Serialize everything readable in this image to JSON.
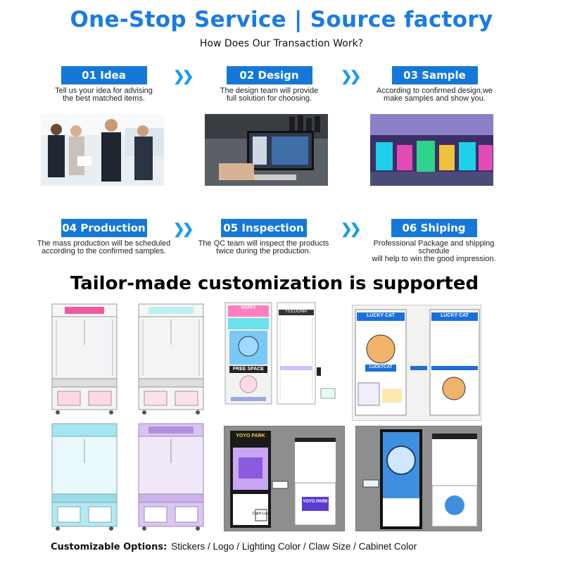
{
  "header": {
    "title": "One-Stop Service | Source factory",
    "subtitle": "How Does Our Transaction Work?"
  },
  "steps": [
    {
      "label": "01 Idea",
      "lines": [
        "Tell us your idea for advising",
        "the best matched items."
      ]
    },
    {
      "label": "02 Design",
      "lines": [
        "The design team will provide",
        "full solution for choosing."
      ]
    },
    {
      "label": "03 Sample",
      "lines": [
        "According to confirmed design,we",
        "make samples and show you."
      ]
    },
    {
      "label": "04 Production",
      "lines": [
        "The mass production will be scheduled",
        "according to the confirmed samples."
      ]
    },
    {
      "label": "05 Inspection",
      "lines": [
        "The QC team will inspect the products",
        "twice during the production."
      ]
    },
    {
      "label": "06 Shiping",
      "lines": [
        "Professional Package and shipping schedule",
        "will help to win the good impression."
      ]
    }
  ],
  "customization": {
    "heading": "Tailor-made customization is supported"
  },
  "machines": {
    "sign_1": "",
    "sign_3": "HAPPY",
    "sign_3b": "FREE SPACE",
    "sign_4": "FEEDONM",
    "panel_a_brand": "LUCKY CAT",
    "panel_a_brand2": "LUCKYCAT",
    "panel_b_brand": "YOYO PARK",
    "panel_b_sub": "Catch Luck",
    "panel_b_right": "YOYO PARK"
  },
  "options": {
    "label": "Customizable Options:",
    "value": "Stickers / Logo / Lighting Color / Claw Size / Cabinet Color"
  },
  "colors": {
    "accent": "#1a7ce0",
    "badge": "#1578d8",
    "arrow": "#1e9be8"
  }
}
